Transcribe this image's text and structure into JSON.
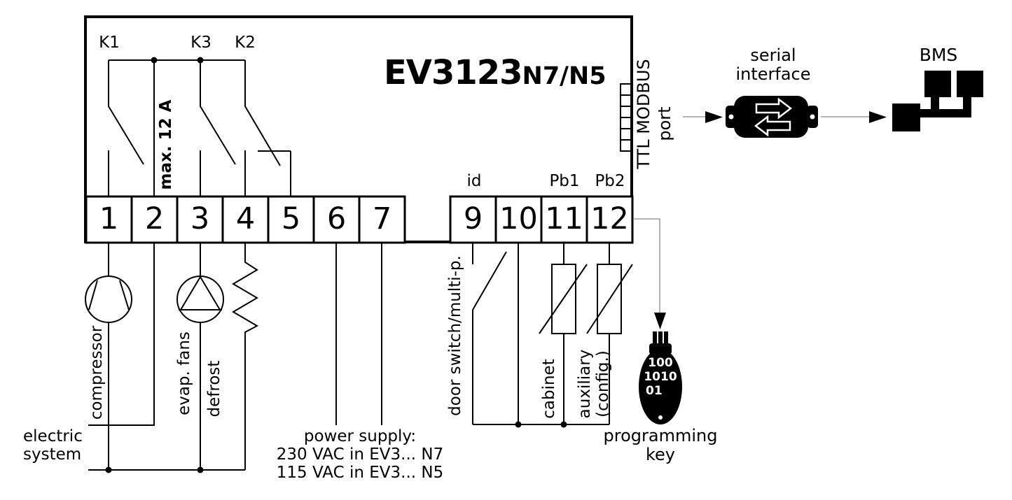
{
  "title": {
    "model": "EV3123",
    "variant": "N7/N5"
  },
  "relays": {
    "k1": "K1",
    "k3": "K3",
    "k2": "K2",
    "max_rating": "max. 12 A"
  },
  "terminals": {
    "numbers": [
      "1",
      "2",
      "3",
      "4",
      "5",
      "6",
      "7",
      "9",
      "10",
      "11",
      "12"
    ]
  },
  "io_labels": {
    "id": "id",
    "pb1": "Pb1",
    "pb2": "Pb2"
  },
  "serial_port": {
    "name": "TTL MODBUS",
    "sub": "port"
  },
  "serial_interface": {
    "line1": "serial",
    "line2": "interface"
  },
  "bms": {
    "label": "BMS"
  },
  "loads": {
    "compressor": "compressor",
    "evap_fans": "evap. fans",
    "defrost": "defrost"
  },
  "electric_system": {
    "line1": "electric",
    "line2": "system"
  },
  "power_supply": {
    "line1": "power supply:",
    "line2": "230 VAC in EV3... N7",
    "line3": "115 VAC in EV3... N5"
  },
  "inputs": {
    "door_switch": "door switch/multi-p.",
    "cabinet": "cabinet",
    "auxiliary": "auxiliary",
    "auxiliary_note": "(config.)"
  },
  "programming_key": {
    "line1": "programming",
    "line2": "key",
    "code1": "100",
    "code2": "1010",
    "code3": "01"
  },
  "icons": {
    "serial_interface": "data-transfer-arrows-icon",
    "bms": "network-nodes-icon",
    "programming_key": "usb-key-icon",
    "ttl_connector": "pin-header-icon",
    "compressor": "compressor-circle-icon",
    "evap_fans": "fan-triangle-icon",
    "defrost": "heater-zigzag-icon"
  },
  "colors": {
    "wire": "#000000",
    "link_arrow": "#9c9c9c",
    "background": "#ffffff"
  }
}
